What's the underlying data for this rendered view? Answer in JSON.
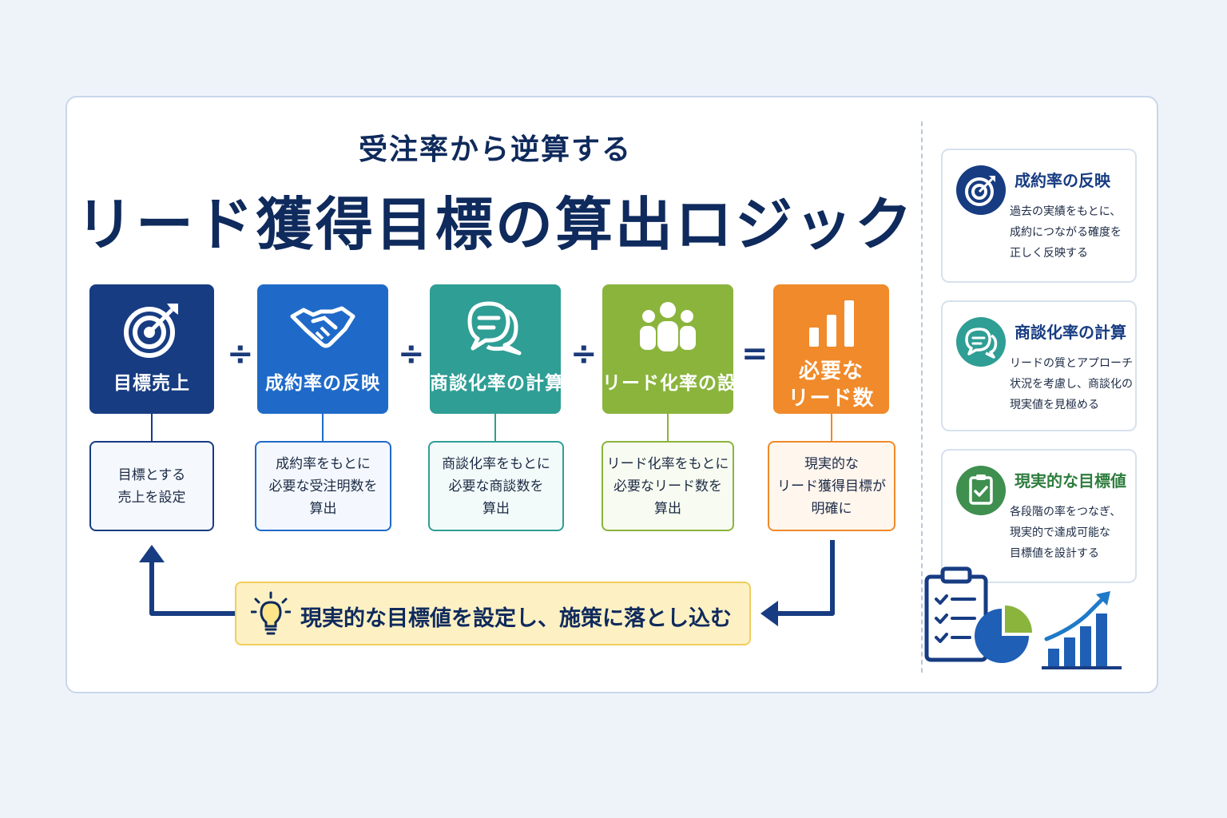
{
  "header": {
    "subtitle": "受注率から逆算する",
    "title": "リード獲得目標の算出ロジック"
  },
  "flow": {
    "steps": [
      {
        "label": "目標売上",
        "icon": "target-icon",
        "color": "#173c82",
        "desc": "目標とする\n売上を設定"
      },
      {
        "label": "成約率の反映",
        "icon": "handshake-icon",
        "color": "#1f6ac8",
        "desc": "成約率をもとに\n必要な受注明数を\n算出"
      },
      {
        "label": "商談化率の計算",
        "icon": "chat-bubbles-icon",
        "color": "#2f9e95",
        "desc": "商談化率をもとに\n必要な商談数を\n算出"
      },
      {
        "label": "リード化率の設定",
        "icon": "people-icon",
        "color": "#8ab43c",
        "desc": "リード化率をもとに\n必要なリード数を\n算出"
      },
      {
        "label_line1": "必要な",
        "label_line2": "リード数",
        "icon": "bar-chart-icon",
        "color": "#f08a2a",
        "desc": "現実的な\nリード獲得目標が\n明確に"
      }
    ],
    "operators": [
      "÷",
      "÷",
      "÷",
      "="
    ]
  },
  "banner": {
    "icon": "lightbulb-icon",
    "text": "現実的な目標値を設定し、施策に落とし込む"
  },
  "sidebar": {
    "cards": [
      {
        "icon": "target-icon",
        "title": "成約率の反映",
        "title_color": "#173c82",
        "text": "過去の実績をもとに、\n成約につながる確度を\n正しく反映する"
      },
      {
        "icon": "chat-bubbles-icon",
        "title": "商談化率の計算",
        "title_color": "#173c82",
        "text": "リードの質とアプローチ\n状況を考慮し、商談化の\n現実値を見極める"
      },
      {
        "icon": "clipboard-check-icon",
        "title": "現実的な目標値",
        "title_color": "#2e7d3e",
        "text": "各段階の率をつなぎ、\n現実的で達成可能な\n目標値を設計する"
      }
    ],
    "illustration_icons": [
      "clipboard-checklist-icon",
      "pie-chart-icon",
      "growth-chart-icon"
    ]
  }
}
